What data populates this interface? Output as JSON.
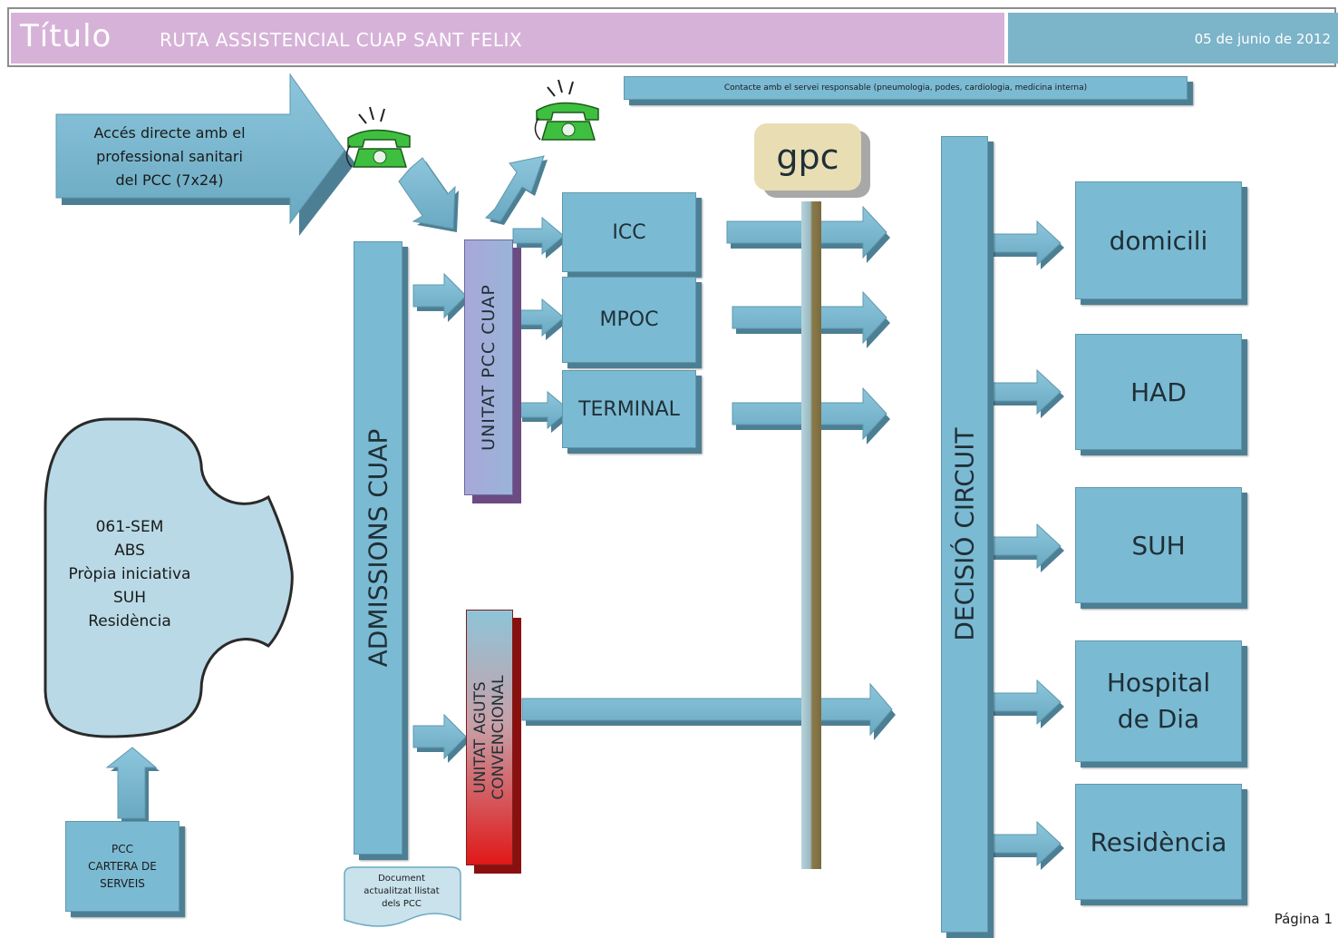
{
  "header": {
    "word": "Título",
    "title": "RUTA ASSISTENCIAL CUAP SANT FELIX",
    "date": "05 de junio de 2012",
    "title_band_color": "#d6b2d8",
    "date_band_color": "#7cb4c9"
  },
  "contact_bar": {
    "text": "Contacte amb el servei responsable (pneumologia, podes, cardiologia, medicina interna)"
  },
  "access_arrow": {
    "lines": [
      "Accés directe amb el",
      "professional sanitari",
      "del PCC (7x24)"
    ]
  },
  "phones": [
    {
      "icon": "green-telephone-icon"
    },
    {
      "icon": "green-telephone-icon"
    }
  ],
  "admissions": {
    "label": "ADMISSIONS CUAP"
  },
  "unit_pcc": {
    "label": "UNITAT PCC CUAP"
  },
  "unit_aguts": {
    "line1": "UNITAT AGUTS",
    "line2": "CONVENCIONAL"
  },
  "treatments": [
    "ICC",
    "MPOC",
    "TERMINAL"
  ],
  "gpc": {
    "label": "gpc"
  },
  "decision": {
    "label": "DECISIÓ CIRCUIT"
  },
  "destinations": [
    "domicili",
    "HAD",
    "SUH",
    "Hospital de Dia",
    "Residència"
  ],
  "sources": [
    "061-SEM",
    "ABS",
    "Pròpia iniciativa",
    "SUH",
    "Residència"
  ],
  "pcc_box": {
    "lines": [
      "PCC",
      "CARTERA DE",
      "SERVEIS"
    ]
  },
  "document": {
    "lines": [
      "Document",
      "actualitzat llistat",
      "dels PCC"
    ]
  },
  "page": {
    "label": "Página 1"
  },
  "colors": {
    "box": "#7bbad3",
    "box_shadow": "#4d7f94",
    "unit_pcc": "#a8a8d8",
    "unit_aguts_bottom": "#e01818",
    "gpc": "#e9ddb4",
    "phone": "#3fbf3f"
  }
}
